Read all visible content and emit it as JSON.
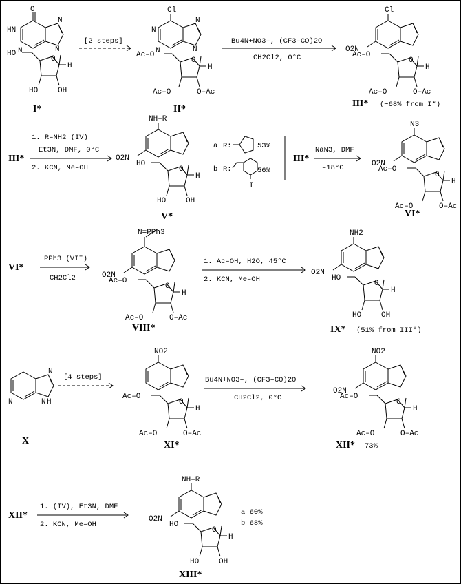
{
  "compounds": {
    "I": {
      "label": "I*",
      "substituent": "O",
      "atoms": [
        "HN",
        "N",
        "N",
        "N",
        "O",
        "HO",
        "HO",
        "OH",
        "H"
      ]
    },
    "II": {
      "label": "II*",
      "substituent": "Cl",
      "atoms": [
        "N",
        "N",
        "N",
        "N",
        "O",
        "Ac–O",
        "Ac–O",
        "O–Ac",
        "H"
      ]
    },
    "III": {
      "label": "III*",
      "substituent": "Cl",
      "yield": "(~68% from I*)",
      "nitro": "O2N"
    },
    "V": {
      "label": "V*",
      "substituent": "NH–R",
      "nitro": "O2N"
    },
    "VI": {
      "label": "VI*",
      "substituent": "N3",
      "nitro": "O2N"
    },
    "VIII": {
      "label": "VIII*",
      "substituent": "N=PPh3",
      "nitro": "O2N"
    },
    "IX": {
      "label": "IX*",
      "substituent": "NH2",
      "yield": "(51% from III*)",
      "nitro": "O2N"
    },
    "X": {
      "label": "X",
      "atoms": [
        "N",
        "N",
        "N",
        "H"
      ]
    },
    "XI": {
      "label": "XI*",
      "substituent": "NO2"
    },
    "XII": {
      "label": "XII*",
      "substituent": "NO2",
      "yield": "73%",
      "nitro": "O2N"
    },
    "XIII": {
      "label": "XIII*",
      "substituent": "NH–R",
      "nitro": "O2N"
    }
  },
  "reagent_labels": {
    "r_III": "III*",
    "r_III2": "III*",
    "r_VI": "VI*",
    "r_XII": "XII*"
  },
  "steps": {
    "s1": {
      "top": "[2 steps]",
      "bottom": ""
    },
    "s2": {
      "top": "Bu4N+NO3–, (CF3–CO)2O",
      "bottom": "CH2Cl2, 0°C"
    },
    "s3": {
      "line1": "1. R–NH2  (IV)",
      "line2": "Et3N, DMF, 0°C",
      "line3": "2. KCN, Me–OH"
    },
    "s4": {
      "top": "NaN3, DMF",
      "bottom": "–18°C"
    },
    "s5": {
      "top": "PPh3  (VII)",
      "bottom": "CH2Cl2"
    },
    "s6": {
      "top": "1. Ac–OH, H2O, 45°C",
      "bottom": "2. KCN, Me–OH"
    },
    "s7": {
      "top": "[4 steps]",
      "bottom": ""
    },
    "s8": {
      "top": "Bu4N+NO3–, (CF3–CO)2O",
      "bottom": "CH2Cl2, 0°C"
    },
    "s9": {
      "top": "1. (IV), Et3N, DMF",
      "bottom": "2. KCN, Me–OH"
    }
  },
  "r_groups": {
    "a": {
      "key": "a",
      "text": "R:",
      "yield": "53%"
    },
    "b": {
      "key": "b",
      "text": "R:",
      "yield": "56%"
    },
    "substituent_atom": "I"
  },
  "final_yields": {
    "a": "a 60%",
    "b": "b 68%"
  }
}
